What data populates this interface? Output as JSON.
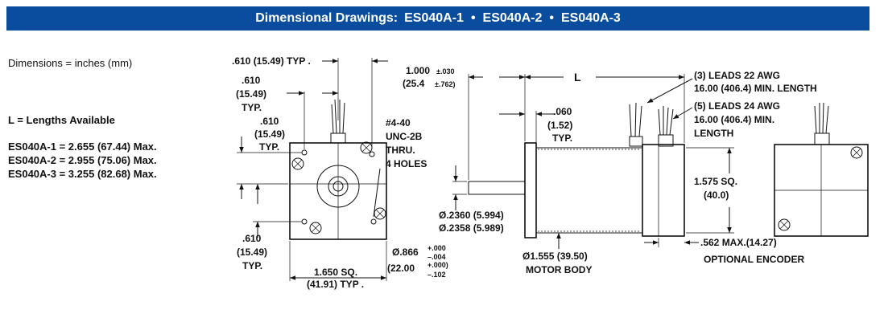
{
  "header": {
    "title": "Dimensional Drawings:",
    "models": [
      "ES040A-1",
      "ES040A-2",
      "ES040A-3"
    ],
    "bullet": "•"
  },
  "left": {
    "units": "Dimensions = inches (mm)",
    "lengths_title": "L = Lengths Available",
    "lengths": [
      "ES040A-1 = 2.655 (67.44) Max.",
      "ES040A-2 = 2.955 (75.06) Max.",
      "ES040A-3 = 3.255 (82.68) Max."
    ]
  },
  "front_view": {
    "top_typ": ".610 (15.49) TYP .",
    "left1": [
      ".610",
      "(15.49)",
      "TYP."
    ],
    "left2": [
      ".610",
      "(15.49)",
      "TYP."
    ],
    "bottom_left": [
      ".610",
      "(15.49)",
      "TYP."
    ],
    "holes": [
      "#4-40",
      "UNC-2B",
      "THRU.",
      "4 HOLES"
    ],
    "square": [
      "1.650 SQ.",
      "(41.91) TYP ."
    ],
    "pilot_a": "Ø.866",
    "pilot_a_tol": [
      "+.000",
      "–.004"
    ],
    "pilot_b": "(22.00",
    "pilot_b_tol": [
      "+.000)",
      "–.102"
    ]
  },
  "side_view": {
    "shaft_len": "1.000",
    "shaft_len_tol": [
      "±.030",
      "±.762)"
    ],
    "shaft_len_mm": "(25.4",
    "l_label": "L",
    "flange": [
      ".060",
      "(1.52)",
      "TYP."
    ],
    "shaft_dia": [
      "Ø.2360 (5.994)",
      "Ø.2358 (5.989)"
    ],
    "body_dia": [
      "Ø1.555 (39.50)",
      "MOTOR BODY"
    ],
    "leads3": [
      "(3) LEADS 22   AWG",
      "16.00 (406.4) MIN. LENGTH"
    ],
    "leads5": [
      "(5) LEADS 24   AWG",
      "16.00 (406.4) MIN.",
      "LENGTH"
    ],
    "square": [
      "1.575 SQ.",
      "(40.0)"
    ],
    "encoder_len": ".562 MAX.(14.27)",
    "encoder_label": "OPTIONAL ENCODER"
  }
}
